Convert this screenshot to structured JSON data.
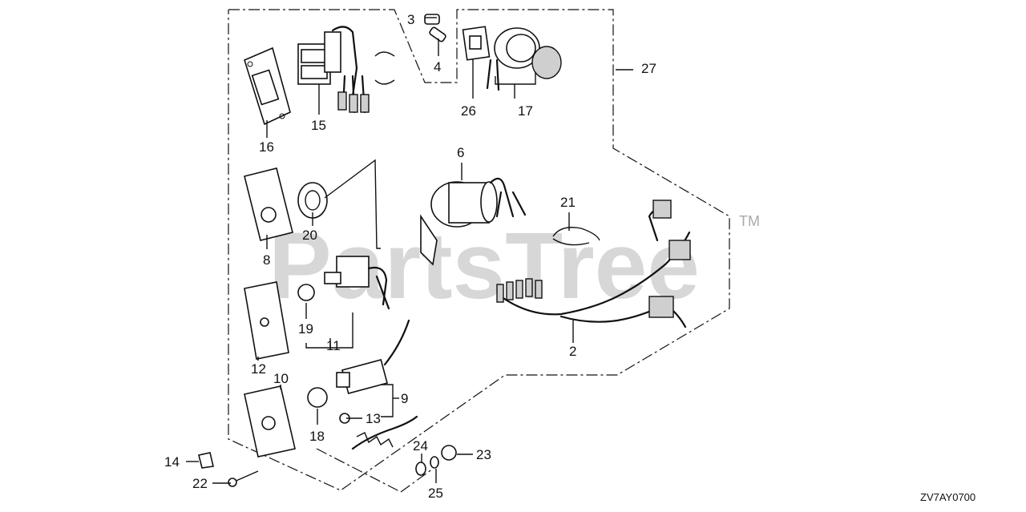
{
  "watermark": {
    "text": "PartsTree",
    "trademark": "TM"
  },
  "diagram_code": "ZV7AY0700",
  "callouts": {
    "c2": "2",
    "c3": "3",
    "c4": "4",
    "c6": "6",
    "c8": "8",
    "c9": "9",
    "c10": "10",
    "c11": "11",
    "c12": "12",
    "c13": "13",
    "c14": "14",
    "c15": "15",
    "c16": "16",
    "c17": "17",
    "c18": "18",
    "c19": "19",
    "c20": "20",
    "c21": "21",
    "c22": "22",
    "c23": "23",
    "c24": "24",
    "c25": "25",
    "c26": "26",
    "c27": "27"
  }
}
